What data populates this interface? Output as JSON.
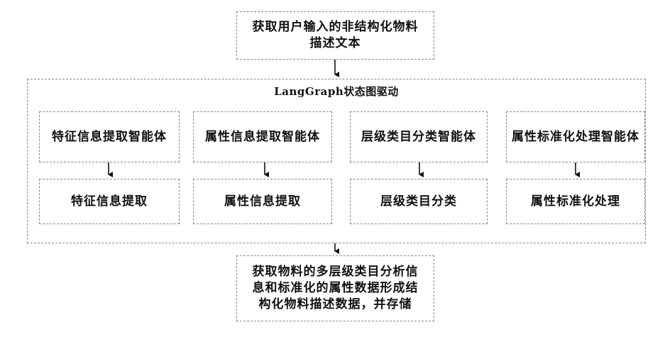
{
  "start": {
    "text": "获取用户输入的非结构化物料描述文本"
  },
  "container": {
    "title": "LangGraph状态图驱动"
  },
  "agents": [
    {
      "name": "特征信息提取智能体",
      "task": "特征信息提取"
    },
    {
      "name": "属性信息提取智能体",
      "task": "属性信息提取"
    },
    {
      "name": "层级类目分类智能体",
      "task": "层级类目分类"
    },
    {
      "name": "属性标准化处理智能体",
      "task": "属性标准化处理"
    }
  ],
  "end": {
    "text": "获取物料的多层级类目分析信息和标准化的属性数据形成结构化物料描述数据，并存储"
  }
}
